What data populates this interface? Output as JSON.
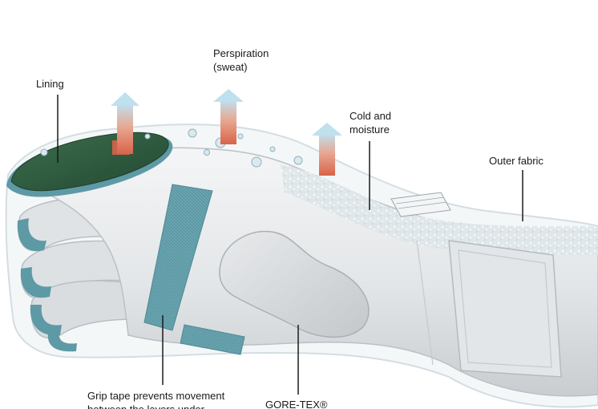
{
  "labels": {
    "perspiration": {
      "line1": "Perspiration",
      "line2": "(sweat)"
    },
    "lining": "Lining",
    "cold_moisture": {
      "line1": "Cold and",
      "line2": "moisture"
    },
    "outer_fabric": "Outer fabric",
    "grip_tape": {
      "line1": "Grip tape prevents movement",
      "line2": "between the layers under"
    },
    "goretex": "GORE-TEX®"
  },
  "colors": {
    "lining_green": "#2e5a3c",
    "membrane_teal": "#5d9aa6",
    "glove_body": "#e6e8ea",
    "arrow_warm": "#d9634a",
    "arrow_cool": "#bfe0ee",
    "outline_glass": "#cdd8dd"
  }
}
